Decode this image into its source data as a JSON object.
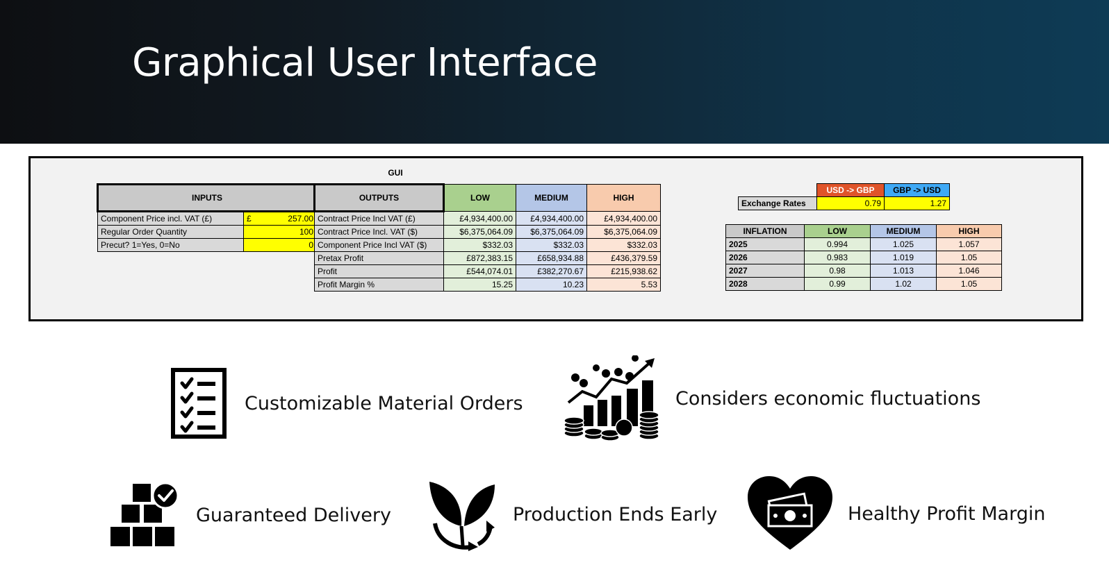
{
  "slide": {
    "title": "Graphical User Interface"
  },
  "gui": {
    "title": "GUI",
    "inputs_header": "INPUTS",
    "inputs": [
      {
        "label": "Component Price incl. VAT (£)",
        "currency": "£",
        "value": "257.00"
      },
      {
        "label": "Regular Order Quantity",
        "currency": "",
        "value": "100"
      },
      {
        "label": "Precut? 1=Yes, 0=No",
        "currency": "",
        "value": "0"
      }
    ],
    "outputs_header": "OUTPUTS",
    "scenario_headers": [
      "LOW",
      "MEDIUM",
      "HIGH"
    ],
    "outputs": [
      {
        "label": "Contract Price Incl VAT (£)",
        "low": "£4,934,400.00",
        "medium": "£4,934,400.00",
        "high": "£4,934,400.00"
      },
      {
        "label": "Contract Price Incl. VAT ($)",
        "low": "$6,375,064.09",
        "medium": "$6,375,064.09",
        "high": "$6,375,064.09"
      },
      {
        "label": "Component Price Incl VAT ($)",
        "low": "$332.03",
        "medium": "$332.03",
        "high": "$332.03"
      },
      {
        "label": "Pretax Profit",
        "low": "£872,383.15",
        "medium": "£658,934.88",
        "high": "£436,379.59"
      },
      {
        "label": "Profit",
        "low": "£544,074.01",
        "medium": "£382,270.67",
        "high": "£215,938.62"
      },
      {
        "label": "Profit Margin %",
        "low": "15.25",
        "medium": "10.23",
        "high": "5.53"
      }
    ],
    "exchange": {
      "usd_gbp_header": "USD -> GBP",
      "gbp_usd_header": "GBP -> USD",
      "label": "Exchange Rates",
      "usd_gbp": "0.79",
      "gbp_usd": "1.27"
    },
    "inflation": {
      "header": "INFLATION",
      "rows": [
        {
          "year": "2025",
          "low": "0.994",
          "medium": "1.025",
          "high": "1.057"
        },
        {
          "year": "2026",
          "low": "0.983",
          "medium": "1.019",
          "high": "1.05"
        },
        {
          "year": "2027",
          "low": "0.98",
          "medium": "1.013",
          "high": "1.046"
        },
        {
          "year": "2028",
          "low": "0.99",
          "medium": "1.02",
          "high": "1.05"
        }
      ]
    }
  },
  "features": [
    {
      "label": "Customizable Material Orders",
      "icon": "checklist-icon"
    },
    {
      "label": "Considers economic fluctuations",
      "icon": "growth-coins-icon"
    },
    {
      "label": "Guaranteed Delivery",
      "icon": "boxes-check-icon"
    },
    {
      "label": "Production Ends Early",
      "icon": "plant-recycle-icon"
    },
    {
      "label": "Healthy Profit Margin",
      "icon": "heart-money-icon"
    }
  ]
}
